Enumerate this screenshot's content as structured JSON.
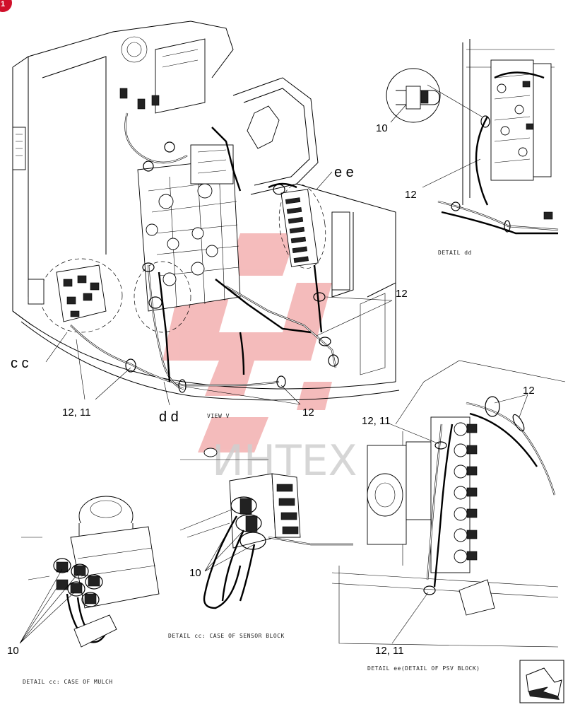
{
  "callouts": {
    "main_12_right": "12",
    "main_12_11": "12, 11",
    "main_12_bottom": "12",
    "dd_10": "10",
    "dd_12": "12",
    "ee_12_top": "12",
    "ee_12_11_top": "12, 11",
    "ee_12_11_bottom": "12, 11",
    "mulch_10": "10",
    "sensor_10": "10"
  },
  "view_letters": {
    "ee": "e e",
    "cc": "c c",
    "dd": "d d"
  },
  "captions": {
    "view_v": "VIEW V",
    "detail_dd": "DETAIL dd",
    "detail_ee": "DETAIL  ee(DETAIL OF PSV BLOCK)",
    "detail_cc_sensor": "DETAIL  cc:    CASE OF SENSOR BLOCK",
    "detail_cc_mulch": "DETAIL  cc:    CASE OF MULCH"
  },
  "badge": "1",
  "watermark": "ИНТЕХ",
  "colors": {
    "badge": "#d0102a",
    "watermark_logo": "#e86a6a",
    "watermark_text": "#cfcfcf"
  },
  "icons": {
    "nav": "next-page-arrow-icon"
  }
}
